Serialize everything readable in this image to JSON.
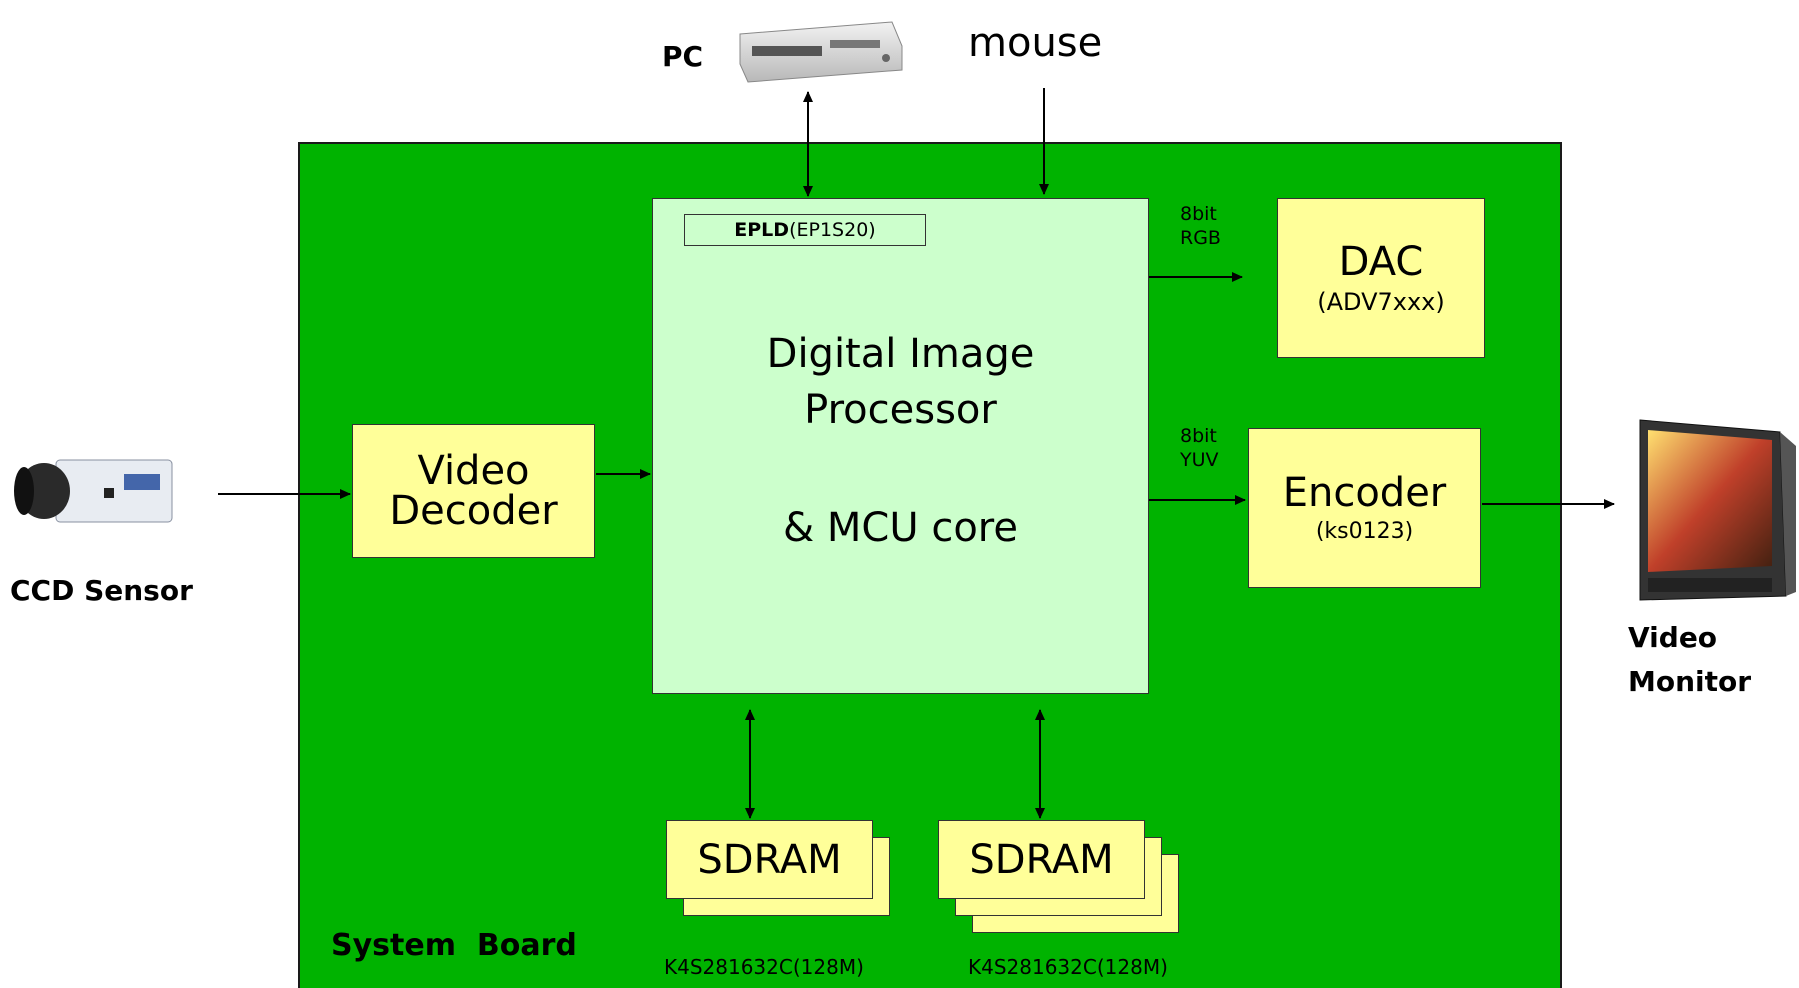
{
  "external": {
    "pc_label": "PC",
    "mouse_label": "mouse",
    "ccd_label": "CCD Sensor",
    "monitor_label_line1": "Video",
    "monitor_label_line2": "Monitor"
  },
  "board": {
    "label": "System  Board"
  },
  "processor": {
    "epld_bold": "EPLD",
    "epld_part": "(EP1S20)",
    "line1": "Digital Image",
    "line2": "Processor",
    "line3": "& MCU core"
  },
  "video_decoder": {
    "line1": "Video",
    "line2": "Decoder"
  },
  "dac": {
    "title": "DAC",
    "part": "(ADV7xxx)",
    "signal_line1": "8bit",
    "signal_line2": "RGB"
  },
  "encoder": {
    "title": "Encoder",
    "part": "(ks0123)",
    "signal_line1": "8bit",
    "signal_line2": "YUV"
  },
  "sdram_left": {
    "title": "SDRAM",
    "part": "K4S281632C(128M)"
  },
  "sdram_right": {
    "title": "SDRAM",
    "part": "K4S281632C(128M)"
  },
  "colors": {
    "board": "#00b300",
    "processor": "#ccffcc",
    "component": "#ffff99"
  },
  "icons": [
    "pc-device-icon",
    "ccd-camera-icon",
    "video-monitor-icon"
  ]
}
